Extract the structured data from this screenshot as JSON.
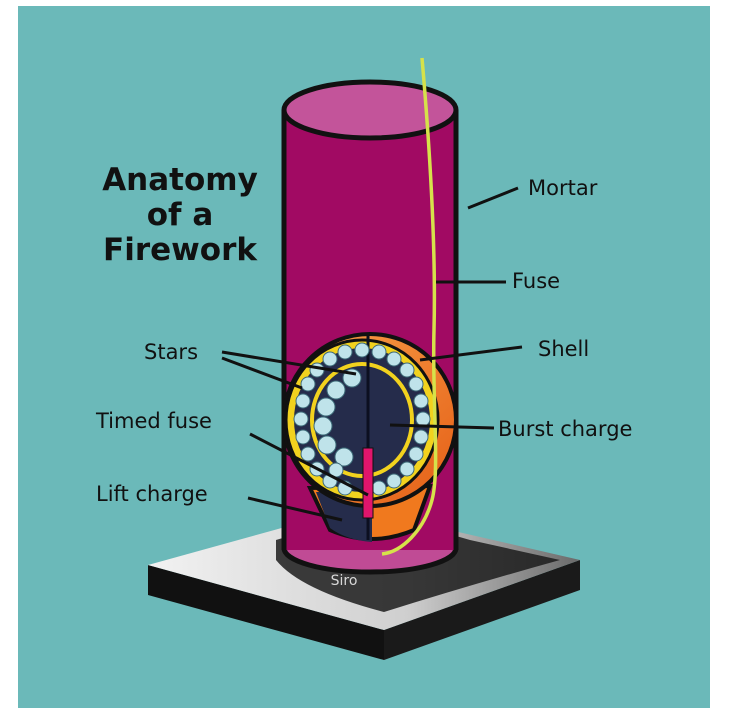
{
  "title": {
    "line1": "Anatomy",
    "line2": "of a",
    "line3": "Firework"
  },
  "labels": {
    "mortar": "Mortar",
    "fuse": "Fuse",
    "shell": "Shell",
    "stars": "Stars",
    "timed_fuse": "Timed fuse",
    "burst_charge": "Burst charge",
    "lift_charge": "Lift charge"
  },
  "watermark": "Siro",
  "colors": {
    "background": "#6bb9b9",
    "mortar": "#a10a63",
    "mortar_top": "#c3549a",
    "shell_outer": "#f0791e",
    "shell_ring": "#f2d21e",
    "burst_charge": "#252c4b",
    "stars": "#bfe3ea",
    "fuse": "#d6e24a",
    "timed_fuse": "#e0156c",
    "base_top": "#ececec",
    "base_side": "#111111"
  }
}
